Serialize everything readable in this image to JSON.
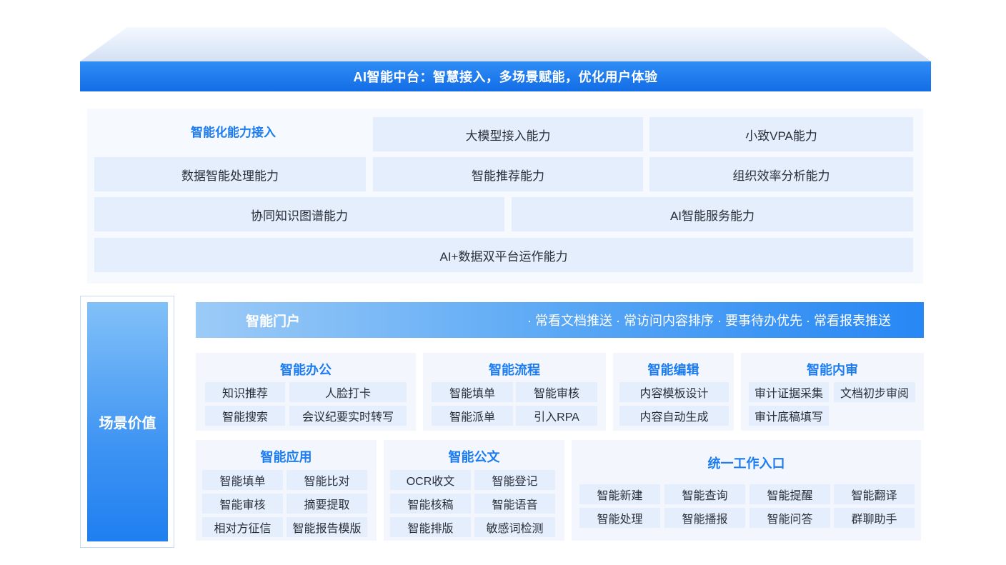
{
  "banner": {
    "title": "AI智能中台：智慧接入，多场景赋能，优化用户体验"
  },
  "capabilities": {
    "title": "智能化能力接入",
    "items": [
      "大模型接入能力",
      "小致VPA能力",
      "数据智能处理能力",
      "智能推荐能力",
      "组织效率分析能力",
      "协同知识图谱能力",
      "AI智能服务能力",
      "AI+数据双平台运作能力"
    ]
  },
  "scene": {
    "label": "场景价值"
  },
  "portal": {
    "title": "智能门户",
    "desc": "· 常看文档推送 · 常访问内容排序 · 要事待办优先 · 常看报表推送"
  },
  "modules": [
    {
      "title": "智能办公",
      "items": [
        "知识推荐",
        "人脸打卡",
        "智能搜索",
        "会议纪要实时转写"
      ]
    },
    {
      "title": "智能流程",
      "items": [
        "智能填单",
        "智能审核",
        "智能派单",
        "引入RPA"
      ]
    },
    {
      "title": "智能编辑",
      "items": [
        "内容模板设计",
        "内容自动生成"
      ]
    },
    {
      "title": "智能内审",
      "items": [
        "审计证据采集",
        "文档初步审阅",
        "审计底稿填写"
      ]
    },
    {
      "title": "智能应用",
      "items": [
        "智能填单",
        "智能比对",
        "智能审核",
        "摘要提取",
        "相对方征信",
        "智能报告模版"
      ]
    },
    {
      "title": "智能公文",
      "items": [
        "OCR收文",
        "智能登记",
        "智能核稿",
        "智能语音",
        "智能排版",
        "敏感词检测"
      ]
    },
    {
      "title": "统一工作入口",
      "items": [
        "智能新建",
        "智能查询",
        "智能提醒",
        "智能翻译",
        "智能处理",
        "智能播报",
        "智能问答",
        "群聊助手"
      ]
    }
  ],
  "colors": {
    "accent": "#1c7cf0",
    "banner": "#136de6",
    "cell": "#e4eefc",
    "panel": "#f6f9fe"
  }
}
